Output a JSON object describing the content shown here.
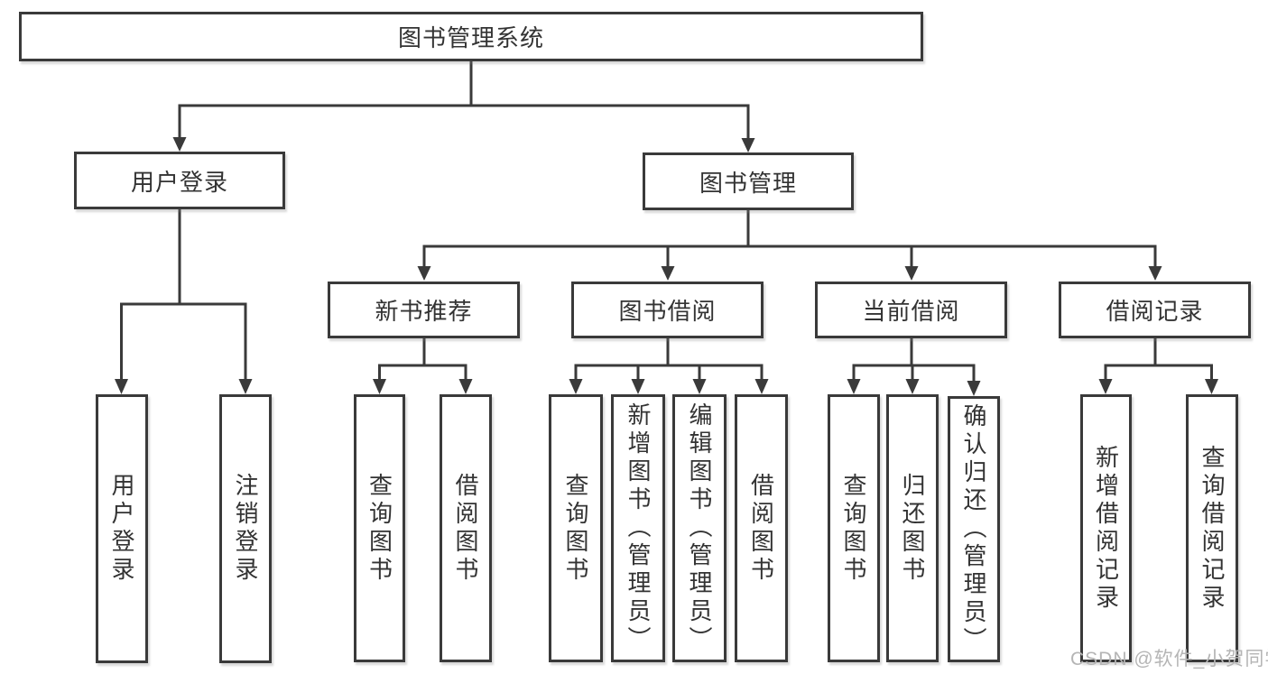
{
  "tree": {
    "root": {
      "label": "图书管理系统"
    },
    "children": [
      {
        "label": "用户登录",
        "children": [
          {
            "label": "用户登录"
          },
          {
            "label": "注销登录"
          }
        ]
      },
      {
        "label": "图书管理",
        "children": [
          {
            "label": "新书推荐",
            "children": [
              {
                "label": "查询图书"
              },
              {
                "label": "借阅图书"
              }
            ]
          },
          {
            "label": "图书借阅",
            "children": [
              {
                "label": "查询图书"
              },
              {
                "label": "新增图书（管理员）"
              },
              {
                "label": "编辑图书（管理员）"
              },
              {
                "label": "借阅图书"
              }
            ]
          },
          {
            "label": "当前借阅",
            "children": [
              {
                "label": "查询图书"
              },
              {
                "label": "归还图书"
              },
              {
                "label": "确认归还（管理员）"
              }
            ]
          },
          {
            "label": "借阅记录",
            "children": [
              {
                "label": "新增借阅记录"
              },
              {
                "label": "查询借阅记录"
              }
            ]
          }
        ]
      }
    ]
  },
  "watermark": "CSDN @软件_小贺同学",
  "colors": {
    "line": "#3a3a3a",
    "text": "#333333",
    "box_background": "#ffffff",
    "watermark": "#b5b5b5"
  }
}
